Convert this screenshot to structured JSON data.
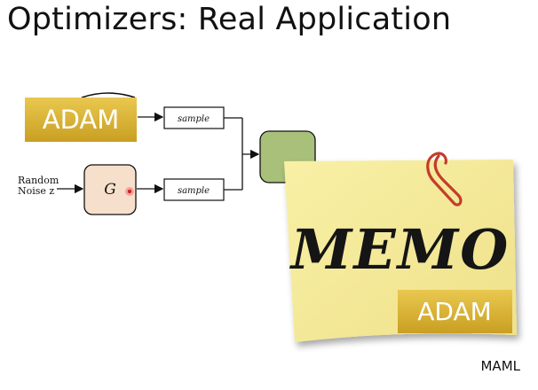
{
  "slide": {
    "title": "Optimizers: Real Application",
    "footer": "MAML"
  },
  "diagram": {
    "optimizer_label": "ADAM",
    "noise_label_line1": "Random",
    "noise_label_line2": "Noise z",
    "generator_label": "G",
    "sample_top_label": "sample",
    "sample_bottom_label": "sample"
  },
  "memo": {
    "heading": "MEMO",
    "tag": "ADAM"
  },
  "colors": {
    "adam_gold": "#dcb73a",
    "generator_fill": "#f6dfcb",
    "discriminator_fill": "#a8c07a",
    "memo_paper": "#f6ec98",
    "paperclip": "#c43c2c"
  }
}
